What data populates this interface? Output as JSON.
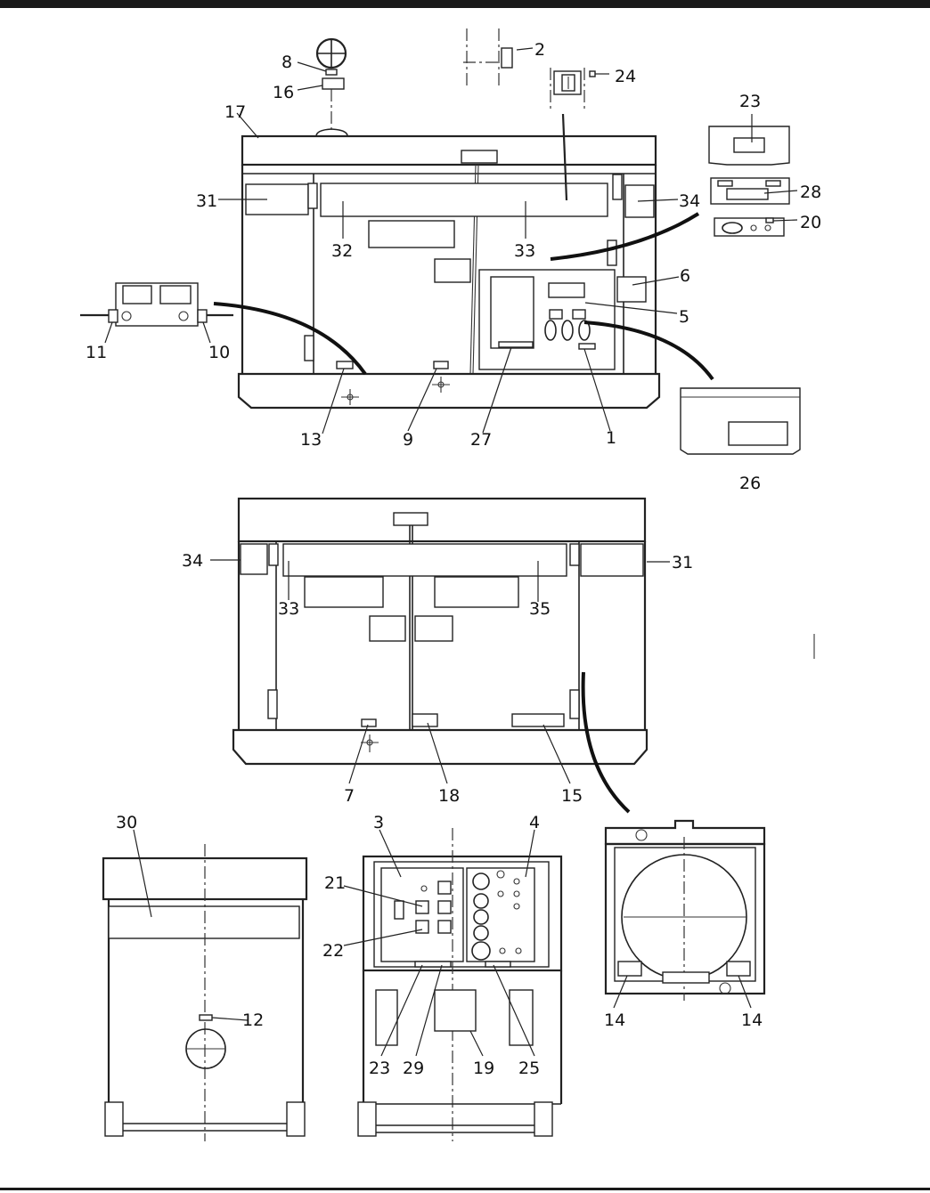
{
  "labels": {
    "l1": "1",
    "l2": "2",
    "l3": "3",
    "l4": "4",
    "l5": "5",
    "l6": "6",
    "l7": "7",
    "l8": "8",
    "l9": "9",
    "l10": "10",
    "l11": "11",
    "l12": "12",
    "l13": "13",
    "l14a": "14",
    "l14b": "14",
    "l15": "15",
    "l16": "16",
    "l17": "17",
    "l18": "18",
    "l19": "19",
    "l20": "20",
    "l21": "21",
    "l22": "22",
    "l23a": "23",
    "l23b": "23",
    "l24": "24",
    "l25": "25",
    "l26": "26",
    "l27": "27",
    "l28": "28",
    "l29": "29",
    "l30": "30",
    "l31a": "31",
    "l31b": "31",
    "l32": "32",
    "l33a": "33",
    "l33b": "33",
    "l34a": "34",
    "l34b": "34",
    "l35": "35"
  }
}
